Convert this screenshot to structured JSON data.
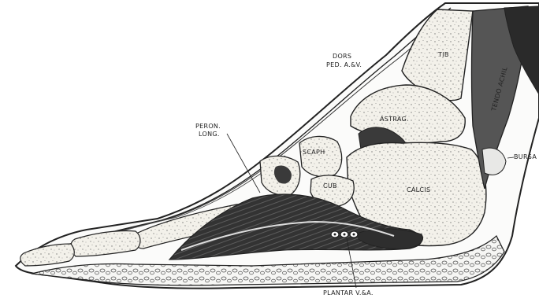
{
  "labels": {
    "dors": "DORS",
    "ped": "PED. A.&V.",
    "tib": "TIB",
    "peron": "PERON.",
    "long": "LONG.",
    "astrag": "ASTRAG.",
    "scaph": "SCAPH",
    "cub": "CUB",
    "calcis": "CALCIS",
    "tendo": "TENDO ACHIL",
    "bursa": "BURSA",
    "plantar": "PLANTAR V.&A."
  },
  "colors": {
    "ink": "#222222",
    "bone_fill": "#f3f1ea",
    "muscle_dark": "#2e2e2e",
    "muscle_mid": "#5a5a5a",
    "background": "#ffffff"
  }
}
